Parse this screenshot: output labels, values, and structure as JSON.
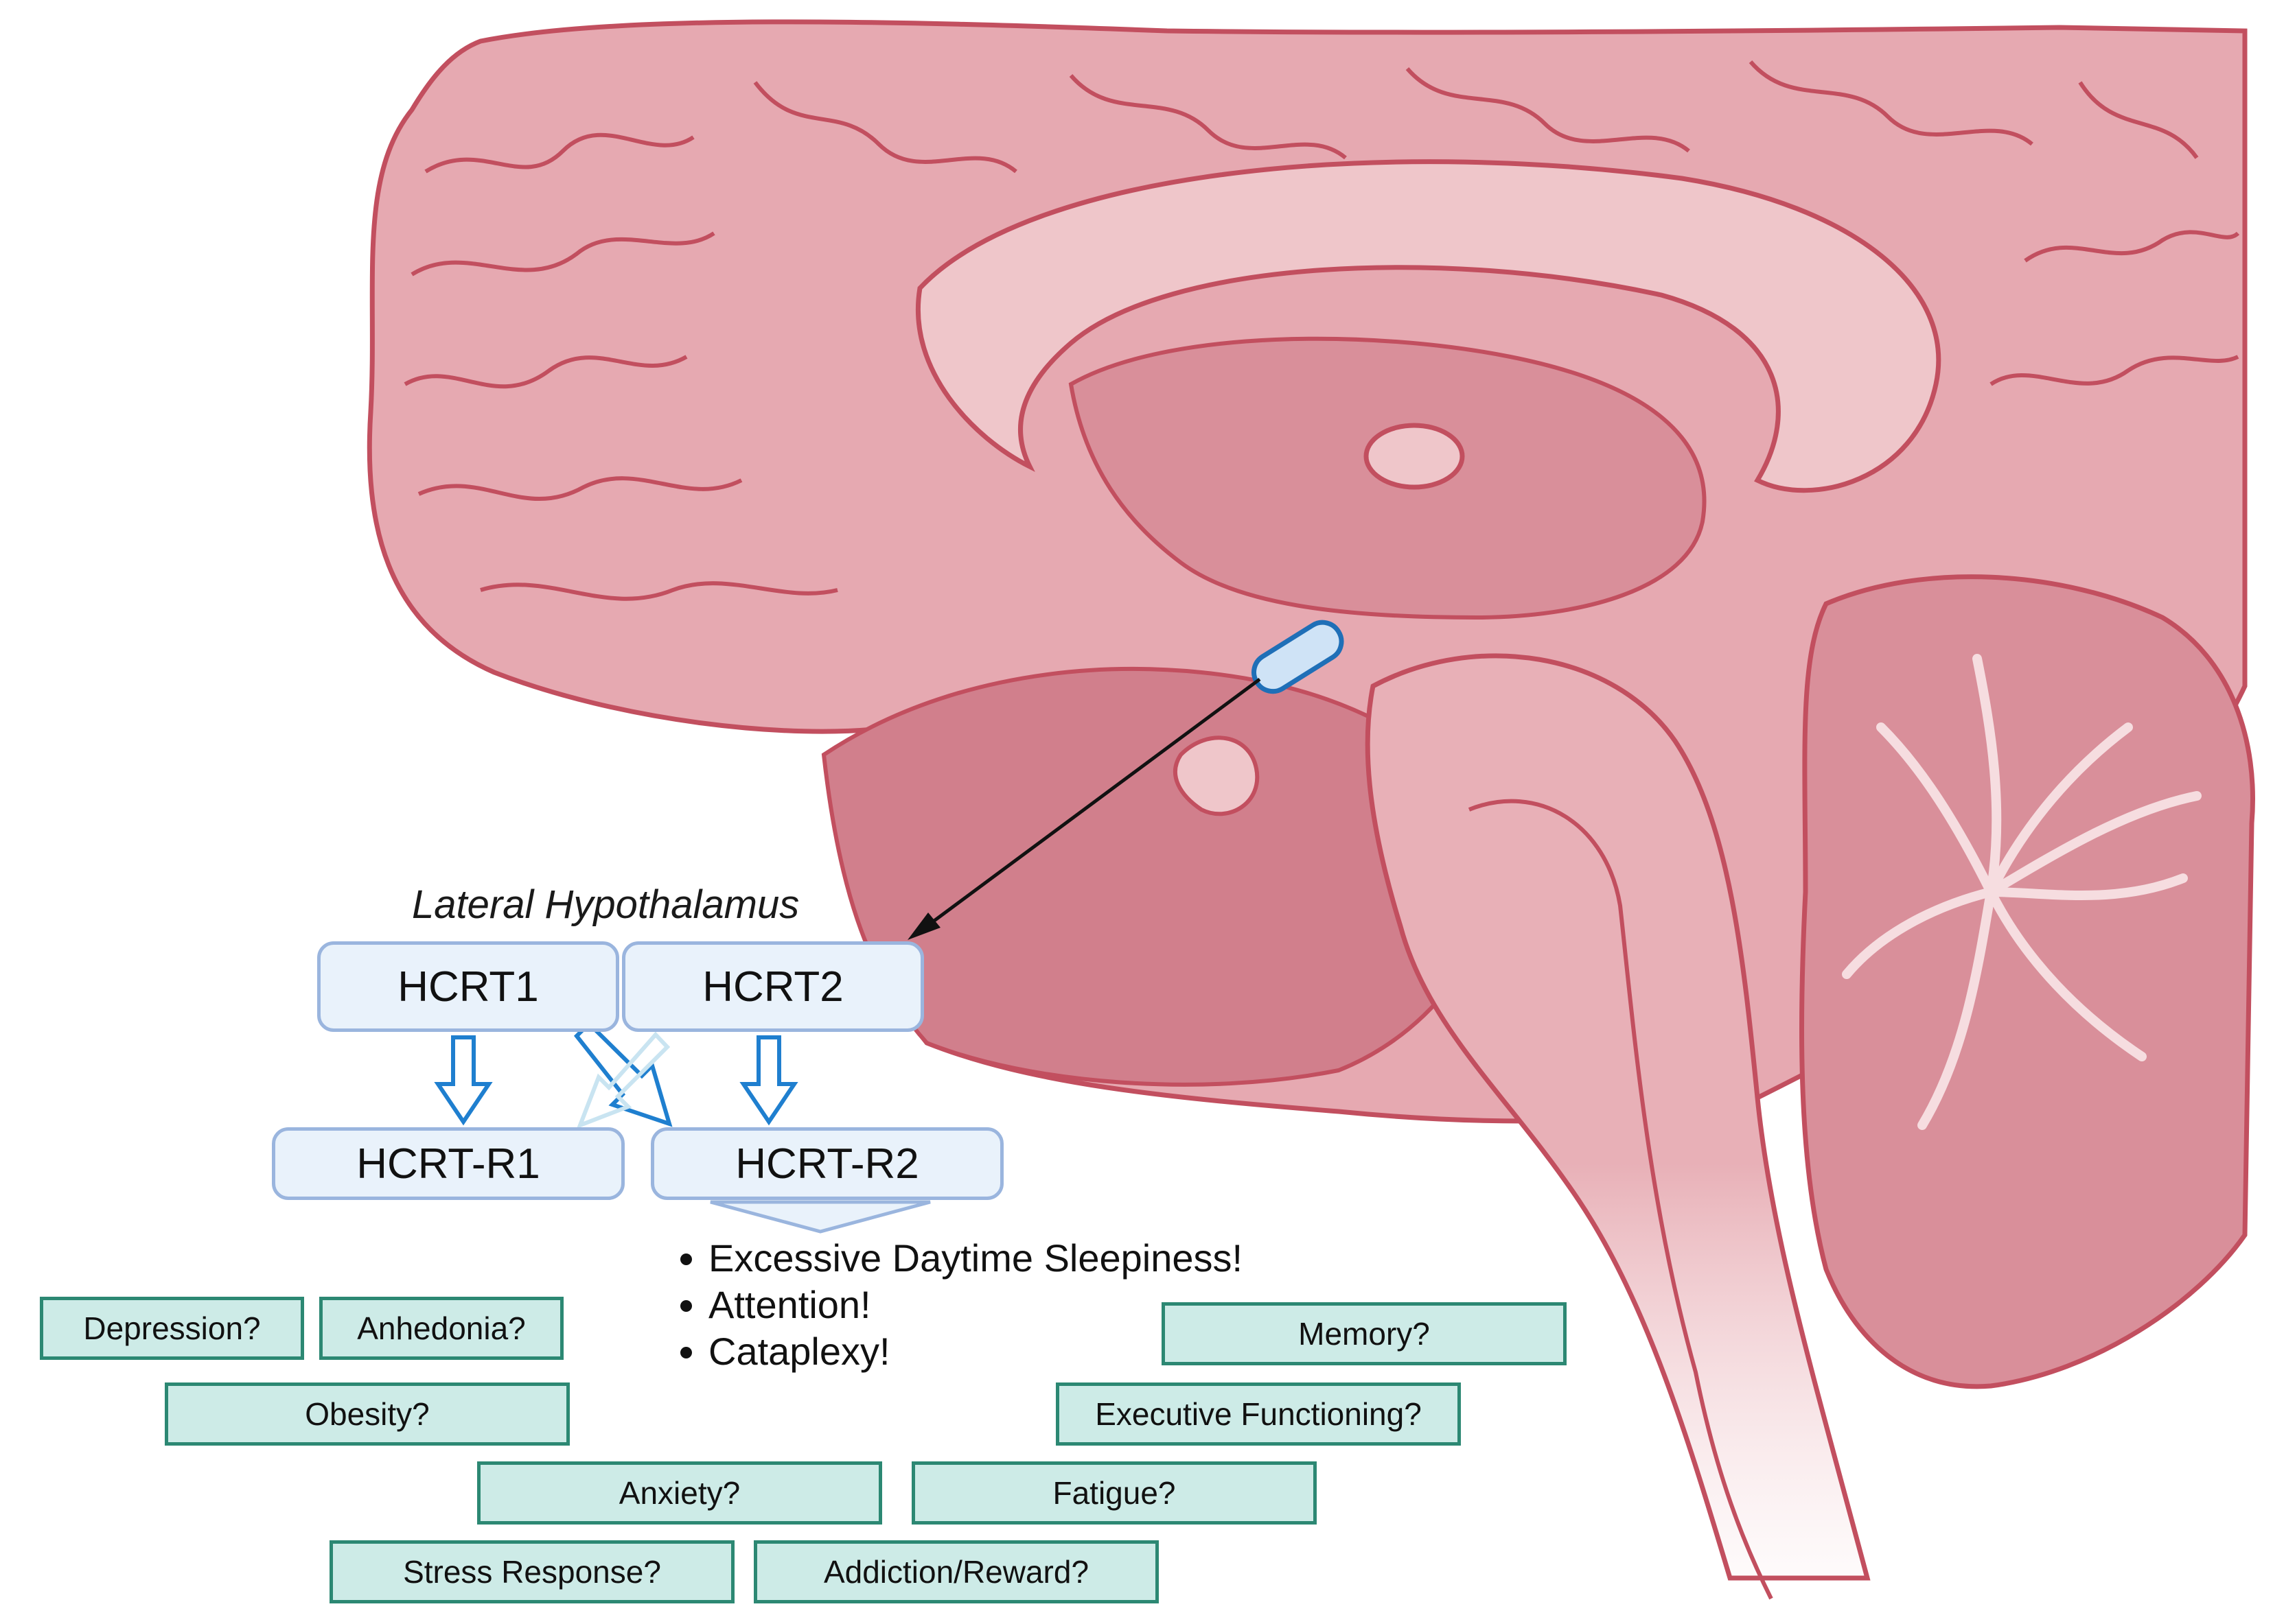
{
  "region_label": "Lateral Hypothalamus",
  "peptides": [
    "HCRT1",
    "HCRT2"
  ],
  "receptors": [
    "HCRT-R1",
    "HCRT-R2"
  ],
  "established_effects": [
    "Excessive Daytime Sleepiness!",
    "Attention!",
    "Cataplexy!"
  ],
  "putative_roles": {
    "depression": "Depression?",
    "anhedonia": "Anhedonia?",
    "obesity": "Obesity?",
    "anxiety": "Anxiety?",
    "stress": "Stress Response?",
    "addiction": "Addiction/Reward?",
    "fatigue": "Fatigue?",
    "executive": "Executive Functioning?",
    "memory": "Memory?"
  },
  "colors": {
    "brain_fill": "#d98f9a",
    "brain_light": "#e9b3b9",
    "brain_outline": "#c24f5f",
    "box_fill": "#e9f2fb",
    "box_border": "#9ab5de",
    "arrow_blue": "#1f7fcf",
    "question_fill": "#cdebe7",
    "question_border": "#2c8873"
  }
}
